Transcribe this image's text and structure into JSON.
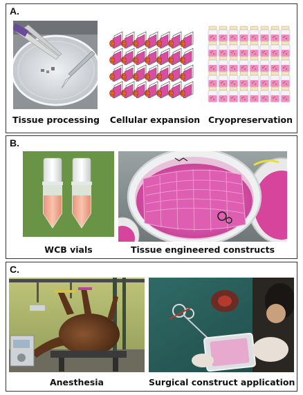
{
  "panels": {
    "a": {
      "label": "A.",
      "captions": [
        "Tissue processing",
        "Cellular expansion",
        "Cryopreservation"
      ]
    },
    "b": {
      "label": "B.",
      "captions": [
        "WCB vials",
        "Tissue engineered constructs"
      ]
    },
    "c": {
      "label": "C.",
      "captions": [
        "Anesthesia",
        "Surgical construct application"
      ]
    }
  },
  "colors": {
    "magenta": "#d8459e",
    "pink_light": "#ee8cc6",
    "orange": "#e5682a",
    "salmon": "#f3a789",
    "green_bg": "#6f9a4a"
  }
}
